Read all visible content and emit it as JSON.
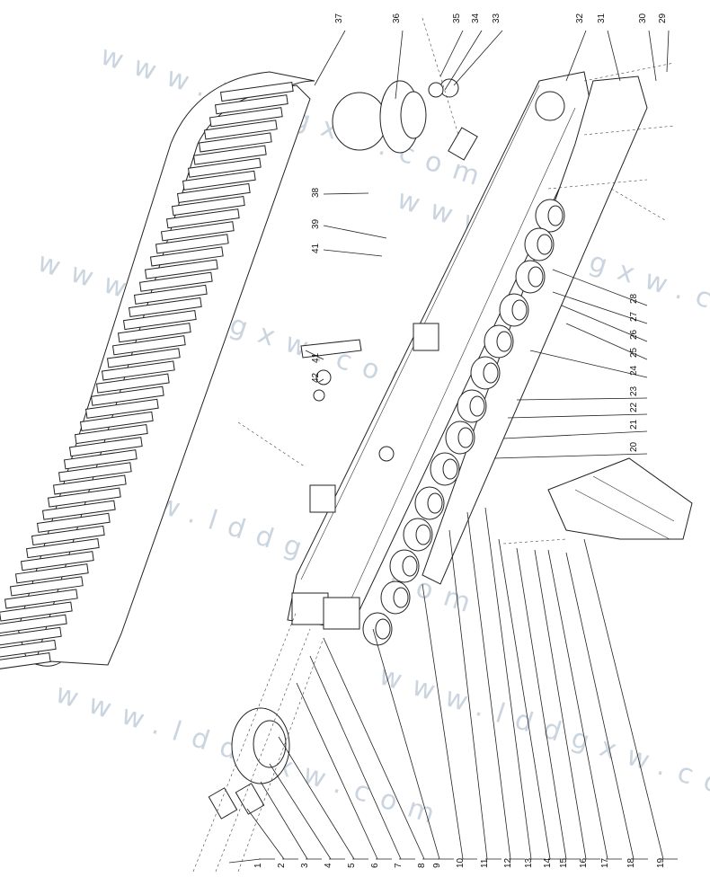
{
  "watermark": "www.lddgxw.com",
  "callouts": {
    "bottom": [
      "1",
      "2",
      "3",
      "4",
      "5",
      "6",
      "7",
      "8",
      "9",
      "10",
      "11",
      "12",
      "13",
      "14",
      "15",
      "16",
      "17",
      "18",
      "19"
    ],
    "right": [
      "20",
      "21",
      "22",
      "23",
      "24",
      "25",
      "26",
      "27",
      "28"
    ],
    "top": [
      "29",
      "30",
      "31",
      "32",
      "33",
      "34",
      "35",
      "36",
      "37"
    ],
    "left": [
      "38",
      "39",
      "41",
      "41",
      "42"
    ]
  },
  "colors": {
    "line": "#222222",
    "watermark": "#9fb3c8",
    "background": "#ffffff"
  }
}
